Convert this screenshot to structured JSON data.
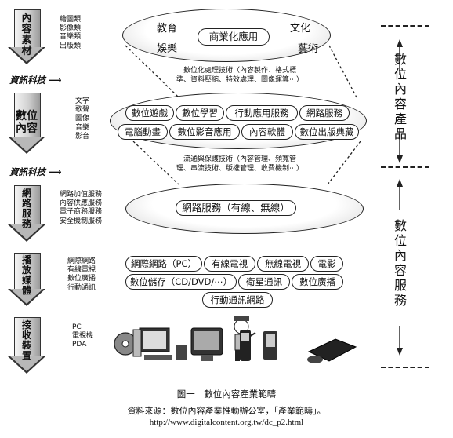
{
  "stages": [
    {
      "id": "content-material",
      "label": "內容素材",
      "items": "繪圖類\n影像類\n音樂類\n出版類"
    },
    {
      "id": "digital-content",
      "label": "數位內容",
      "items": "文字\n歌聲\n圖像\n音樂\n影音"
    },
    {
      "id": "network-service",
      "label": "網路服務",
      "items": "網路加值服務\n內容供應服務\n電子商務服務\n安全機制服務"
    },
    {
      "id": "broadcast-media",
      "label": "播放媒體",
      "items": "網際網路\n有線電視\n數位廣播\n行動通訊"
    },
    {
      "id": "receiving-device",
      "label": "接收裝置",
      "items": "PC\n電視機\nPDA"
    }
  ],
  "tech_labels": [
    "資訊科技 ⟶",
    "資訊科技 ⟶"
  ],
  "top_ellipse": {
    "center": "商業化應用",
    "corners": [
      "教育",
      "文化",
      "娛樂",
      "藝術"
    ]
  },
  "tech_note_1": "數位化處理技術（內容製作、格式標\n準、資料壓縮、特效處理、圖像運算⋯）",
  "content_pills": [
    "數位遊戲",
    "數位學習",
    "行動應用服務",
    "網路服務",
    "電腦動畫",
    "數位影音應用",
    "內容軟體",
    "數位出版典藏"
  ],
  "tech_note_2": "流通與保護技術（內容管理、頻寬管\n理、串流技術、版權管理、收費機制⋯）",
  "network_pill": "網路服務（有線、無線）",
  "media_pills": [
    "網際網路（PC）",
    "有線電視",
    "無線電視",
    "電影",
    "數位儲存（CD/DVD/⋯）",
    "衛星通訊",
    "數位廣播",
    "行動通訊網路"
  ],
  "right_labels": {
    "product": "數位內容產品",
    "service": "數位內容服務"
  },
  "device_icons": [
    "cd-pc-icon",
    "tv-icon",
    "child-icon",
    "mobile-phone-icon",
    "pda-icon",
    "game-console-icon"
  ],
  "caption": "圖一　數位內容產業範疇",
  "source": "資料來源：數位內容產業推動辦公室，「產業範疇」。",
  "url": "http://www.digitalcontent.org.tw/dc_p2.html"
}
